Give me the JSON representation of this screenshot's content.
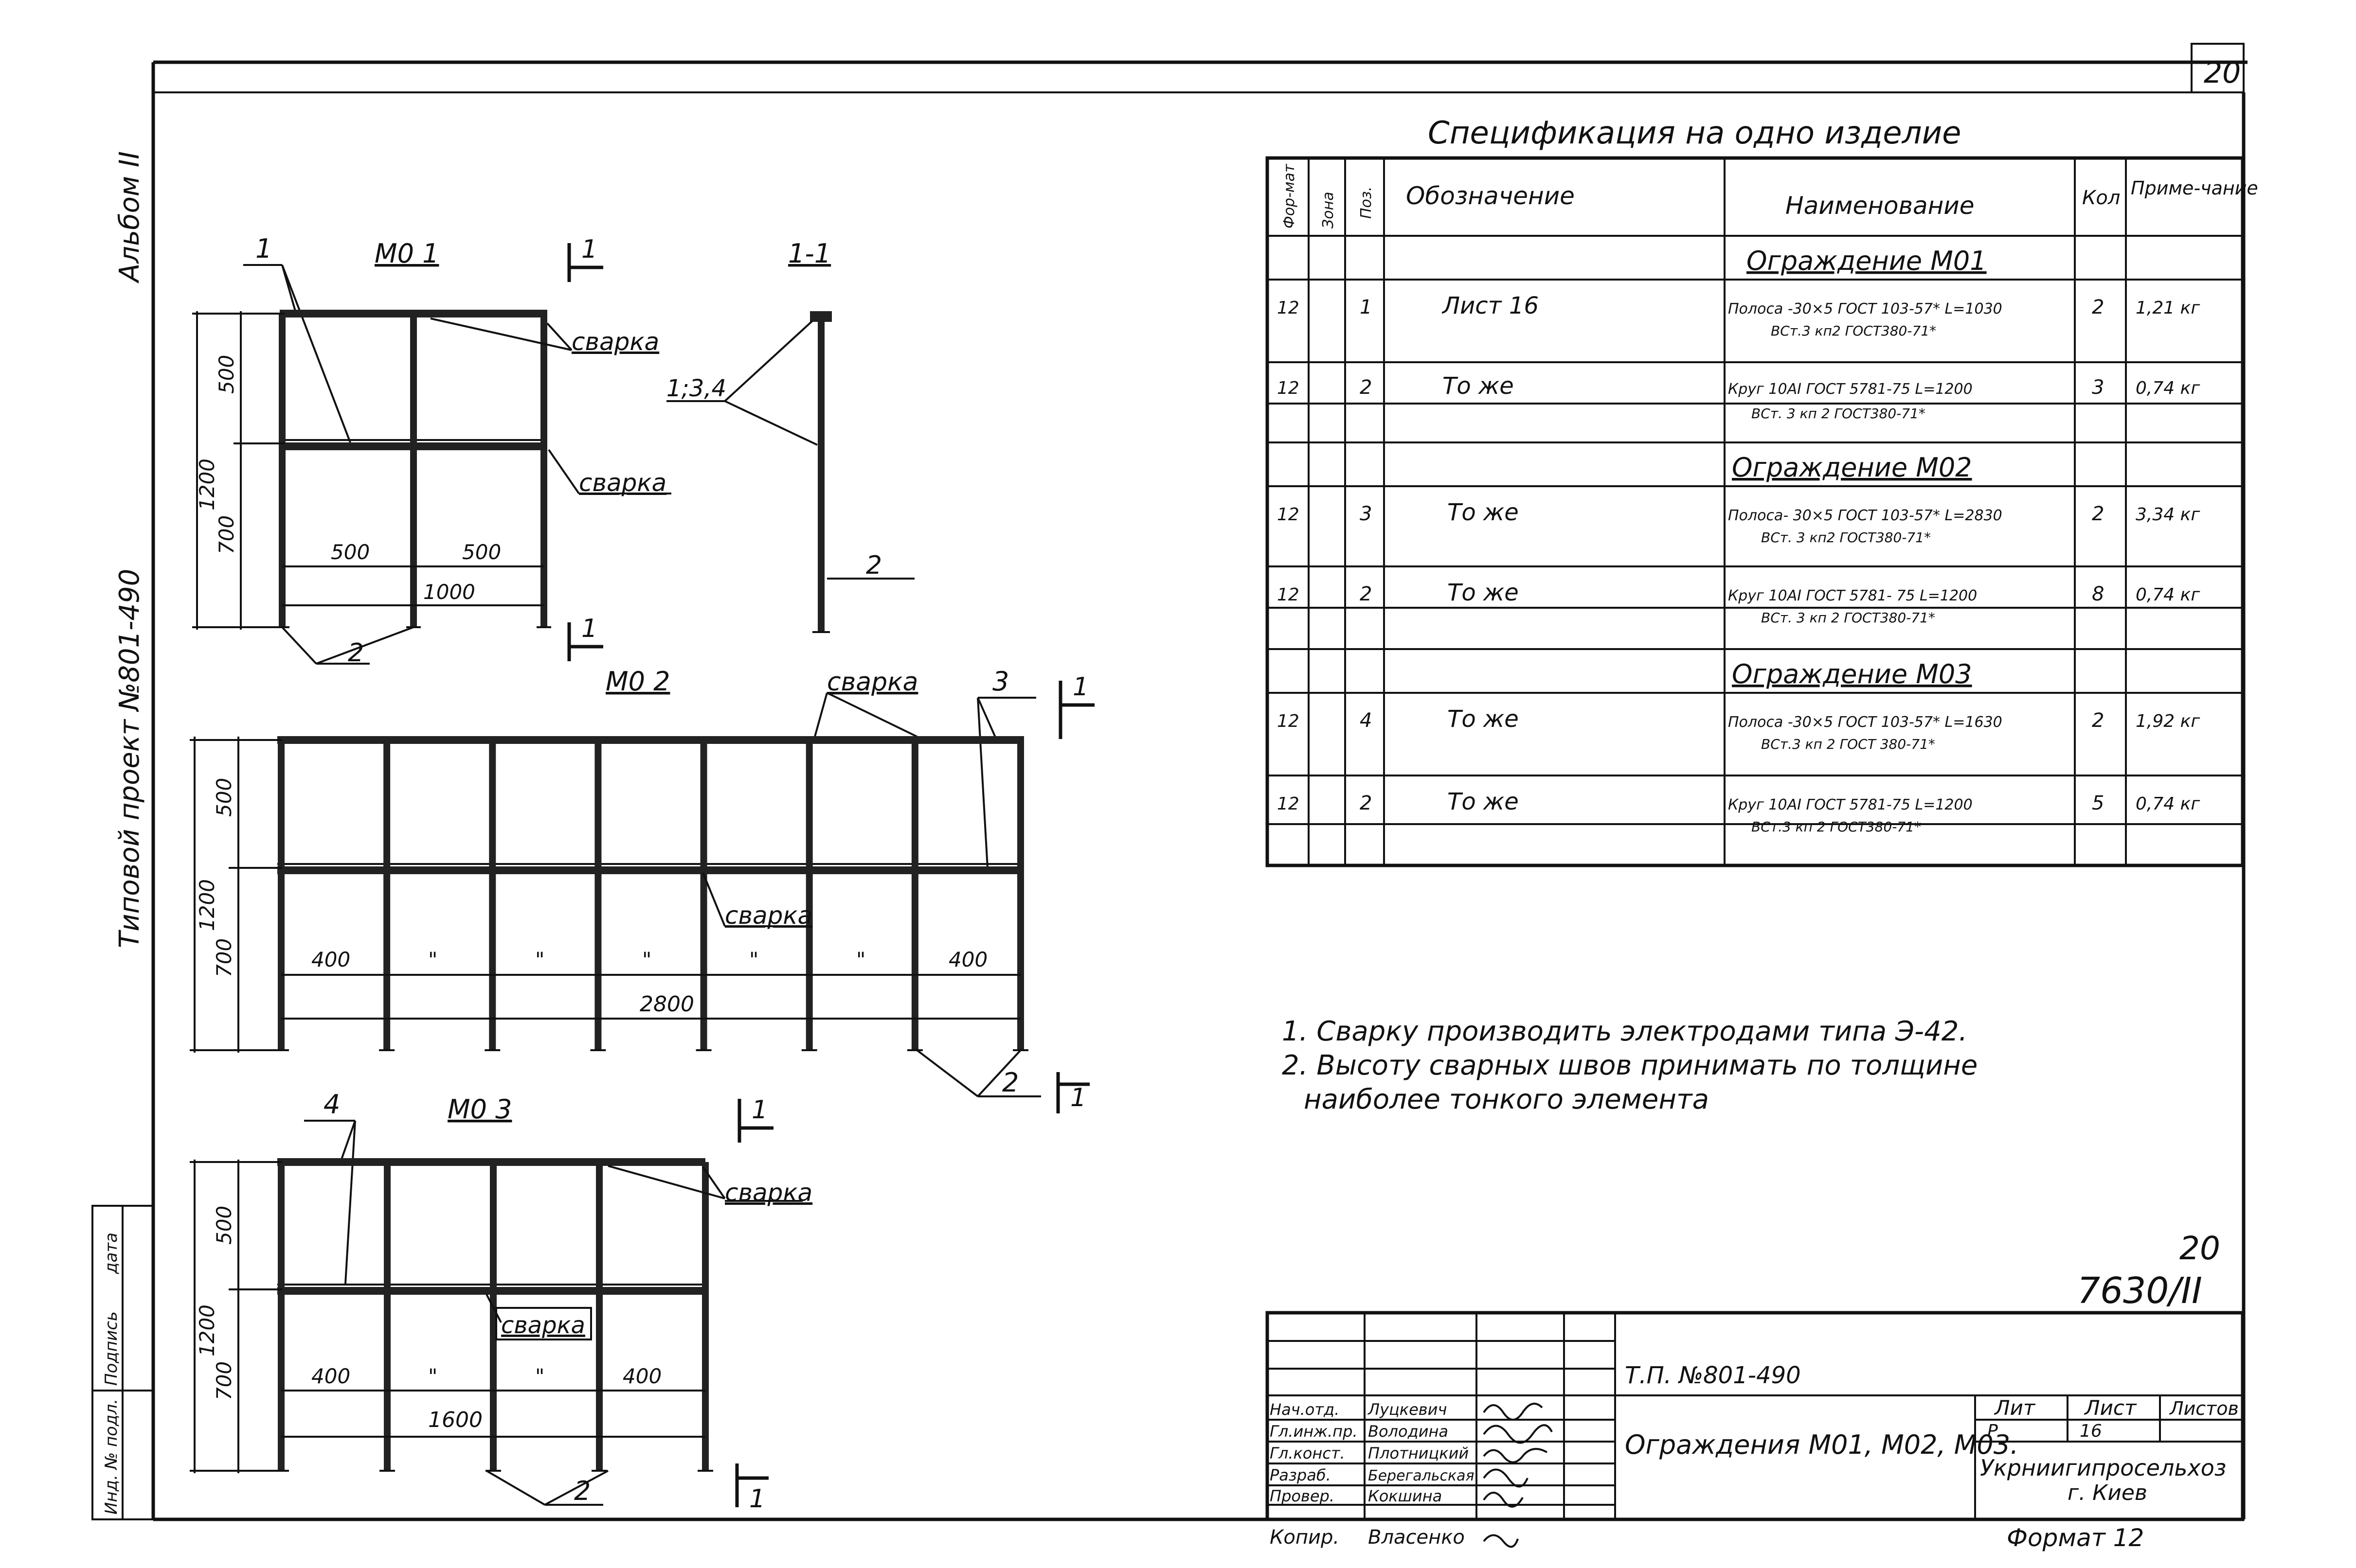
{
  "sheet_number": "20",
  "left_margin": {
    "album": "Альбом II",
    "project": "Типовой проект №801-490",
    "stamp_cells": [
      "Инд. № подл.",
      "Подпись",
      "дата"
    ]
  },
  "spec": {
    "title": "Спецификация на одно изделие",
    "headers": [
      "Фор-мат",
      "Зона",
      "Поз.",
      "Обозначение",
      "Наименование",
      "Кол",
      "Приме-чание"
    ],
    "groups": [
      {
        "name": "Ограждение М01",
        "rows": [
          {
            "format": "12",
            "pos": "1",
            "designation": "Лист 16",
            "name1": "Полоса -30×5 ГОСТ 103-57* L=1030",
            "name2": "ВСт.3 кп2 ГОСТ380-71*",
            "qty": "2",
            "note": "1,21 кг"
          },
          {
            "format": "12",
            "pos": "2",
            "designation": "То же",
            "name1": "Круг 10АI ГОСТ 5781-75 L=1200",
            "name2": "ВСт. 3 кп 2 ГОСТ380-71*",
            "qty": "3",
            "note": "0,74 кг"
          }
        ]
      },
      {
        "name": "Ограждение М02",
        "rows": [
          {
            "format": "12",
            "pos": "3",
            "designation": "То же",
            "name1": "Полоса- 30×5 ГОСТ 103-57* L=2830",
            "name2": "ВСт. 3 кп2 ГОСТ380-71*",
            "qty": "2",
            "note": "3,34 кг"
          },
          {
            "format": "12",
            "pos": "2",
            "designation": "То же",
            "name1": "Круг 10АI ГОСТ 5781- 75 L=1200",
            "name2": "ВСт. 3 кп 2 ГОСТ380-71*",
            "qty": "8",
            "note": "0,74 кг"
          }
        ]
      },
      {
        "name": "Ограждение М03",
        "rows": [
          {
            "format": "12",
            "pos": "4",
            "designation": "То же",
            "name1": "Полоса -30×5 ГОСТ 103-57* L=1630",
            "name2": "ВСт.3 кп 2 ГОСТ 380-71*",
            "qty": "2",
            "note": "1,92 кг"
          },
          {
            "format": "12",
            "pos": "2",
            "designation": "То же",
            "name1": "Круг 10АI ГОСТ 5781-75 L=1200",
            "name2": "ВСт.3 кп 2 ГОСТ380-71*",
            "qty": "5",
            "note": "0,74 кг"
          }
        ]
      }
    ]
  },
  "notes": [
    "1. Сварку производить электродами типа Э-42.",
    "2. Высоту сварных швов принимать по толщине",
    "наиболее тонкого элемента"
  ],
  "drawings": {
    "m01": {
      "title": "М0 1",
      "d500": "500",
      "d700": "700",
      "d1200": "1200",
      "s1": "500",
      "s2": "500",
      "total": "1000",
      "weld": "сварка",
      "leader1": "1",
      "leader2": "2",
      "cut": "1"
    },
    "section": {
      "title": "1-1",
      "callout": "1;3,4",
      "leader": "2"
    },
    "m02": {
      "title": "М0 2",
      "d500": "500",
      "d700": "700",
      "d1200": "1200",
      "s_first": "400",
      "s_mid": "\"",
      "s_last": "400",
      "total": "2800",
      "weld": "сварка",
      "leader2": "2",
      "leader3": "3",
      "cut": "1"
    },
    "m03": {
      "title": "М0 3",
      "d500": "500",
      "d700": "700",
      "d1200": "1200",
      "s_first": "400",
      "s_mid": "\"",
      "s_last": "400",
      "total": "1600",
      "weld": "сварка",
      "leader2": "2",
      "leader4": "4",
      "cut": "1"
    }
  },
  "archive_number": {
    "top": "20",
    "bottom": "7630/II"
  },
  "title_block": {
    "code": "Т.П. №801-490",
    "name": "Ограждения М01, М02, М03.",
    "stage_header": "Лит",
    "sheet_header": "Лист",
    "sheets_header": "Листов",
    "stage": "Р",
    "sheet": "16",
    "org1": "Укрниигипросельхоз",
    "org2": "г. Киев",
    "roles": [
      "Нач.отд.",
      "Гл.инж.пр.",
      "Гл.конст.",
      "Разраб.",
      "Провер."
    ],
    "names": [
      "Луцкевич",
      "Володина",
      "Плотницкий",
      "Берегальская",
      "Кокшина"
    ]
  },
  "footer": {
    "copied": "Копир.",
    "copier": "Власенко",
    "format": "Формат 12"
  }
}
